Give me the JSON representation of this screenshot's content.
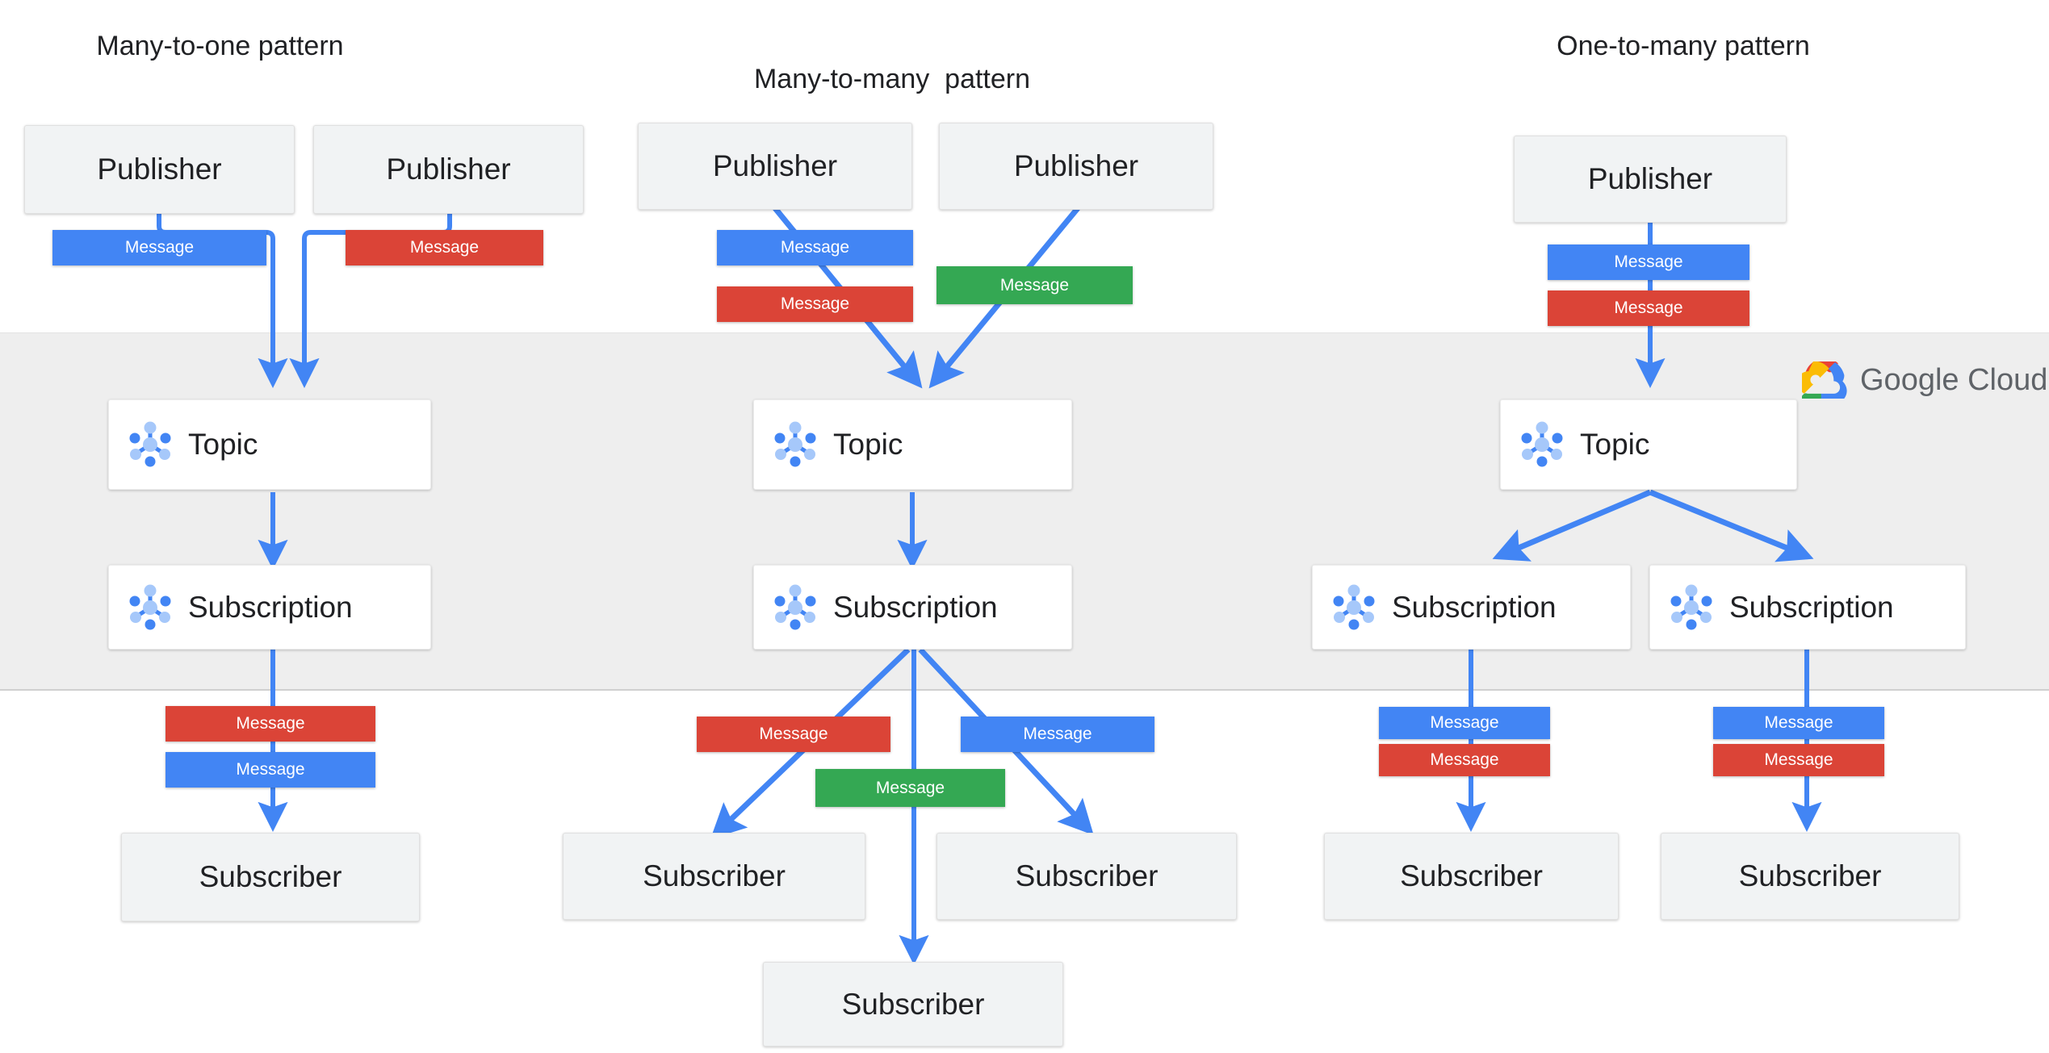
{
  "diagram": {
    "title_left": "Many-to-one pattern",
    "title_middle": "Many-to-many  pattern",
    "title_right": "One-to-many pattern",
    "labels": {
      "publisher": "Publisher",
      "topic": "Topic",
      "subscription": "Subscription",
      "subscriber": "Subscriber",
      "message": "Message"
    },
    "colors": {
      "blue": "#4285F4",
      "red": "#DB4437",
      "green": "#34A853",
      "yellow": "#F4B400",
      "band": "#EEEEEE",
      "endpoint_fill": "#F1F3F4",
      "service_fill": "#FFFFFF",
      "arrow": "#4285F4",
      "icon_light": "#A6C8FA",
      "icon_mid": "#4285F4",
      "text": "#202124"
    },
    "brand": {
      "name_part1": "Google",
      "name_part2": "Cloud"
    },
    "columns": [
      {
        "id": "many-to-one",
        "title": "Many-to-one pattern",
        "publishers": [
          "Publisher",
          "Publisher"
        ],
        "publisher_messages": [
          "Message",
          "Message"
        ],
        "publisher_message_colors": [
          "blue",
          "red"
        ],
        "topics": [
          "Topic"
        ],
        "subscriptions": [
          "Subscription"
        ],
        "subscriber_messages": [
          "Message",
          "Message"
        ],
        "subscriber_message_colors": [
          "red",
          "blue"
        ],
        "subscribers": [
          "Subscriber"
        ]
      },
      {
        "id": "many-to-many",
        "title": "Many-to-many  pattern",
        "publishers": [
          "Publisher",
          "Publisher"
        ],
        "publisher_messages": [
          "Message",
          "Message",
          "Message"
        ],
        "publisher_message_colors": [
          "blue",
          "red",
          "green"
        ],
        "topics": [
          "Topic"
        ],
        "subscriptions": [
          "Subscription"
        ],
        "subscriber_messages": [
          "Message",
          "Message",
          "Message"
        ],
        "subscriber_message_colors": [
          "red",
          "blue",
          "green"
        ],
        "subscribers": [
          "Subscriber",
          "Subscriber",
          "Subscriber"
        ]
      },
      {
        "id": "one-to-many",
        "title": "One-to-many pattern",
        "publishers": [
          "Publisher"
        ],
        "publisher_messages": [
          "Message",
          "Message"
        ],
        "publisher_message_colors": [
          "blue",
          "red"
        ],
        "topics": [
          "Topic"
        ],
        "subscriptions": [
          "Subscription",
          "Subscription"
        ],
        "subscriber_messages": [
          "Message",
          "Message",
          "Message",
          "Message"
        ],
        "subscriber_message_colors": [
          "blue",
          "red",
          "blue",
          "red"
        ],
        "subscribers": [
          "Subscriber",
          "Subscriber"
        ]
      }
    ]
  }
}
